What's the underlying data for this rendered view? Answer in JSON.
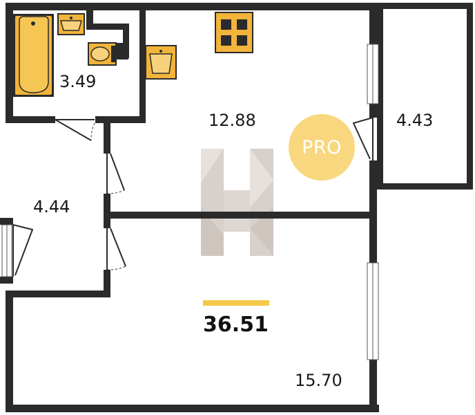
{
  "rooms": {
    "bathroom": {
      "area": "3.49"
    },
    "kitchen": {
      "area": "12.88"
    },
    "balcony": {
      "area": "4.43"
    },
    "hallway": {
      "area": "4.44"
    },
    "living_room": {
      "area": "15.70"
    }
  },
  "total_area": "36.51",
  "badge": {
    "label": "PRO"
  },
  "colors": {
    "wall": "#2b2b2b",
    "fixture": "#f2b43a",
    "accent_bar": "#f6c84a",
    "badge": "#f8d77e",
    "watermark": "#b9aaa1"
  },
  "icons": [
    "bathtub-icon",
    "sink-icon",
    "toilet-icon",
    "washbasin-icon",
    "stove-icon",
    "watermark-logo-icon"
  ]
}
